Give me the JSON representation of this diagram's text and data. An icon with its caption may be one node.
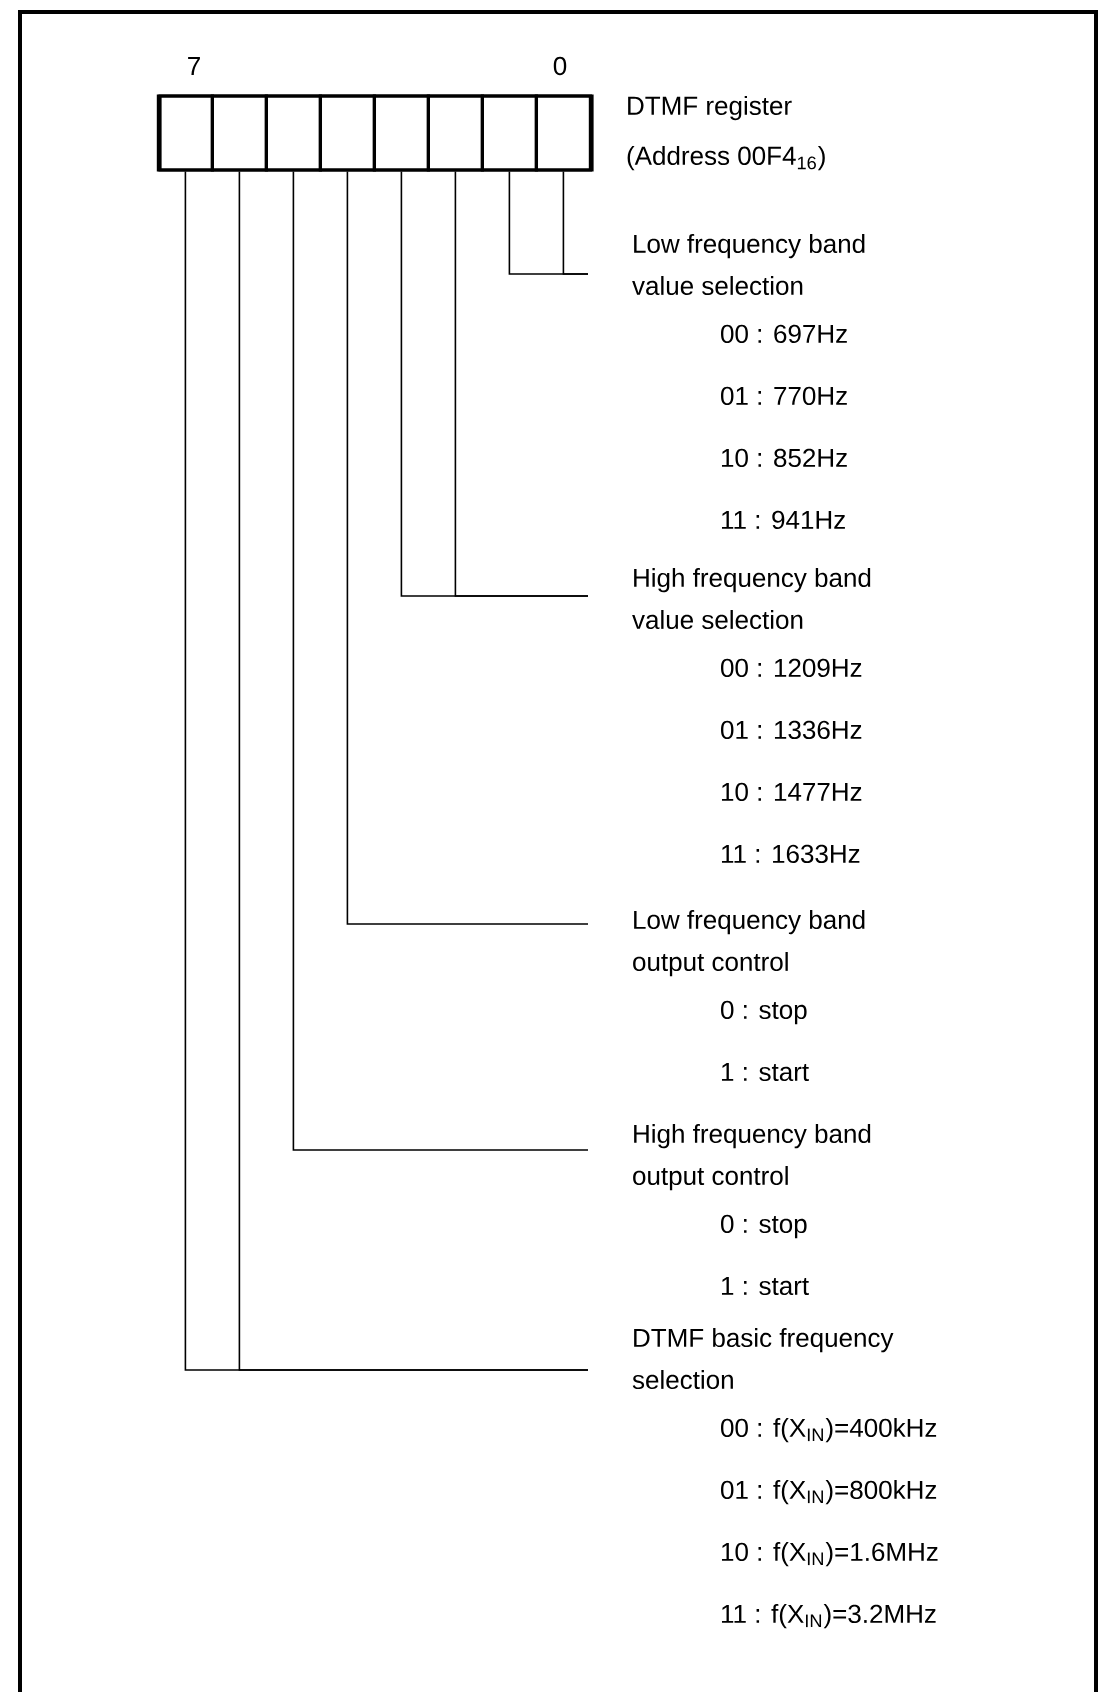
{
  "diagram": {
    "nodes": [
      {
        "text": [
          "DTMF register",
          "(Address 00F4$_{16}$)"
        ]
      },
      {
        "text": [],
        "shape": "box",
        "in": 0
      },
      {
        "text": [],
        "shape": "box",
        "in": 0
      },
      {
        "text": [],
        "shape": "box",
        "in": 0
      },
      {
        "text": [],
        "shape": "box",
        "in": 0
      },
      {
        "text": [],
        "shape": "box",
        "in": 0
      },
      {
        "text": [],
        "shape": "box",
        "in": 0
      },
      {
        "text": [],
        "shape": "box",
        "in": 0
      },
      {
        "text": [],
        "shape": "box",
        "in": 0
      },
      {
        "text": [
          "Low frequency band value selection",
          "00 : 697Hz",
          "01 : 770Hz",
          "10 : 852Hz",
          "11 : 941Hz"
        ]
      },
      {
        "text": [
          "High frequency band value selection",
          "00 : 1209Hz",
          "01 : 1336Hz",
          "10 : 1477Hz",
          "11 : 1633Hz"
        ]
      },
      {
        "text": [
          "Low frequency band output control",
          "0 : stop",
          "1 : start"
        ]
      },
      {
        "text": [
          "High frequency band output control",
          "0 : stop",
          "1 : start"
        ]
      },
      {
        "text": [
          "DTMF basic frequency selection",
          "00 : f(X$_{IN}$)=400kHz",
          "01 : f(X$_{IN}$)=800kHz",
          "10 : f(X$_{IN}$)=1.6MHz",
          "11 : f(X$_{IN}$)=3.2MHz"
        ]
      }
    ],
    "edges": [
      {
        "from": 8,
        "to": 9,
        "arrow": "none"
      },
      {
        "from": 7,
        "to": 9,
        "arrow": "none"
      },
      {
        "from": 6,
        "to": 10,
        "arrow": "none"
      },
      {
        "from": 5,
        "to": 10,
        "arrow": "none"
      },
      {
        "from": 4,
        "to": 11,
        "arrow": "none"
      },
      {
        "from": 3,
        "to": 12,
        "arrow": "none"
      },
      {
        "from": 2,
        "to": 13,
        "arrow": "none"
      },
      {
        "from": 1,
        "to": 13,
        "arrow": "none"
      }
    ],
    "labels": [
      "7",
      "0"
    ]
  }
}
